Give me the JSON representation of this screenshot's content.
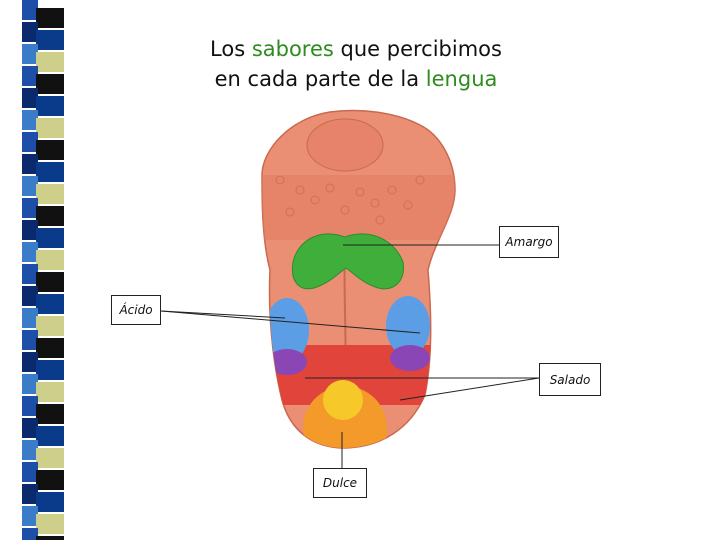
{
  "title": {
    "part1": "Los ",
    "highlight1": "sabores",
    "part2": " que percibimos en cada parte de la ",
    "highlight2": "lengua",
    "highlight_color": "#2e8b1e"
  },
  "labels": {
    "amargo": "Amargo",
    "acido": "Ácido",
    "salado": "Salado",
    "dulce": "Dulce"
  },
  "zone_colors": {
    "amargo": "#3fae3b",
    "acido": "#5b9ee6",
    "salado": "#e0443a",
    "dulce": "#f39a2a",
    "overlap": "#8a46b4",
    "tip": "#f7c82a",
    "tongue": "#e98a6e"
  },
  "strip_colors": [
    "#1e4fa8",
    "#2b8ad6",
    "#cfcf8c",
    "#0b2a6e",
    "#5b9fd6",
    "#111111",
    "#3a7cc8",
    "#8fc6ec",
    "#0a3a8a"
  ]
}
